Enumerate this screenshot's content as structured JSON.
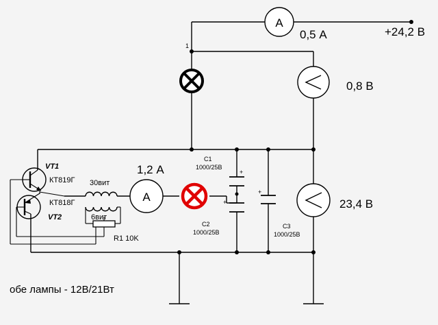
{
  "supply": {
    "voltage": "+24,2 В"
  },
  "ammeter_top": {
    "symbol": "A",
    "reading": "0,5 А"
  },
  "voltmeter_top": {
    "reading": "0,8 В"
  },
  "voltmeter_bottom": {
    "reading": "23,4 В"
  },
  "ammeter_mid": {
    "symbol": "A",
    "reading": "1,2 А"
  },
  "node_label": "1",
  "transistors": {
    "vt1": {
      "ref": "VT1",
      "type": "КТ819Г"
    },
    "vt2": {
      "ref": "VT2",
      "type": "КТ818Г"
    }
  },
  "coil_primary": {
    "label": "30вит"
  },
  "coil_secondary": {
    "label": "6вит"
  },
  "resistor": {
    "label": "R1 10K"
  },
  "cap_c1": {
    "ref": "C1",
    "value": "1000/25В"
  },
  "cap_c2": {
    "ref": "C2",
    "value": "1000/25В"
  },
  "cap_c3": {
    "ref": "C3",
    "value": "1000/25В"
  },
  "cap_polarity": "+",
  "note": "обе лампы - 12В/21Вт",
  "colors": {
    "lamp_top": "#000000",
    "lamp_mid": "#e00000",
    "wire": "#000000"
  }
}
